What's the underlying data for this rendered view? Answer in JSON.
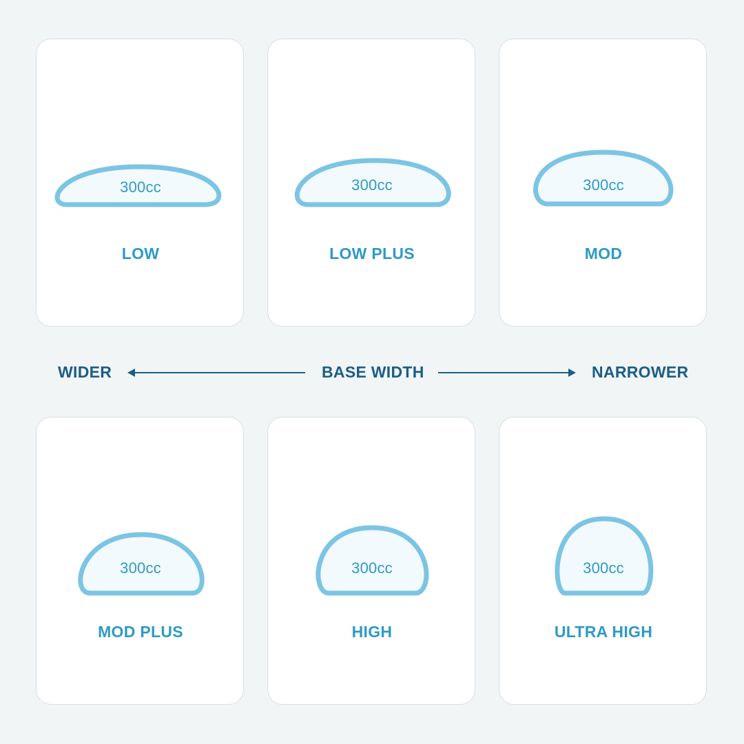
{
  "colors": {
    "background": "#f1f5f6",
    "card": "#ffffff",
    "implant_stroke": "#7cc4e4",
    "implant_fill": "#f2fafe",
    "label": "#2e9ac6",
    "axis": "#1c5d85"
  },
  "axis": {
    "left": "WIDER",
    "center": "BASE WIDTH",
    "right": "NARROWER"
  },
  "profiles": [
    {
      "label": "LOW",
      "volume": "300cc"
    },
    {
      "label": "LOW PLUS",
      "volume": "300cc"
    },
    {
      "label": "MOD",
      "volume": "300cc"
    },
    {
      "label": "MOD PLUS",
      "volume": "300cc"
    },
    {
      "label": "HIGH",
      "volume": "300cc"
    },
    {
      "label": "ULTRA HIGH",
      "volume": "300cc"
    }
  ]
}
